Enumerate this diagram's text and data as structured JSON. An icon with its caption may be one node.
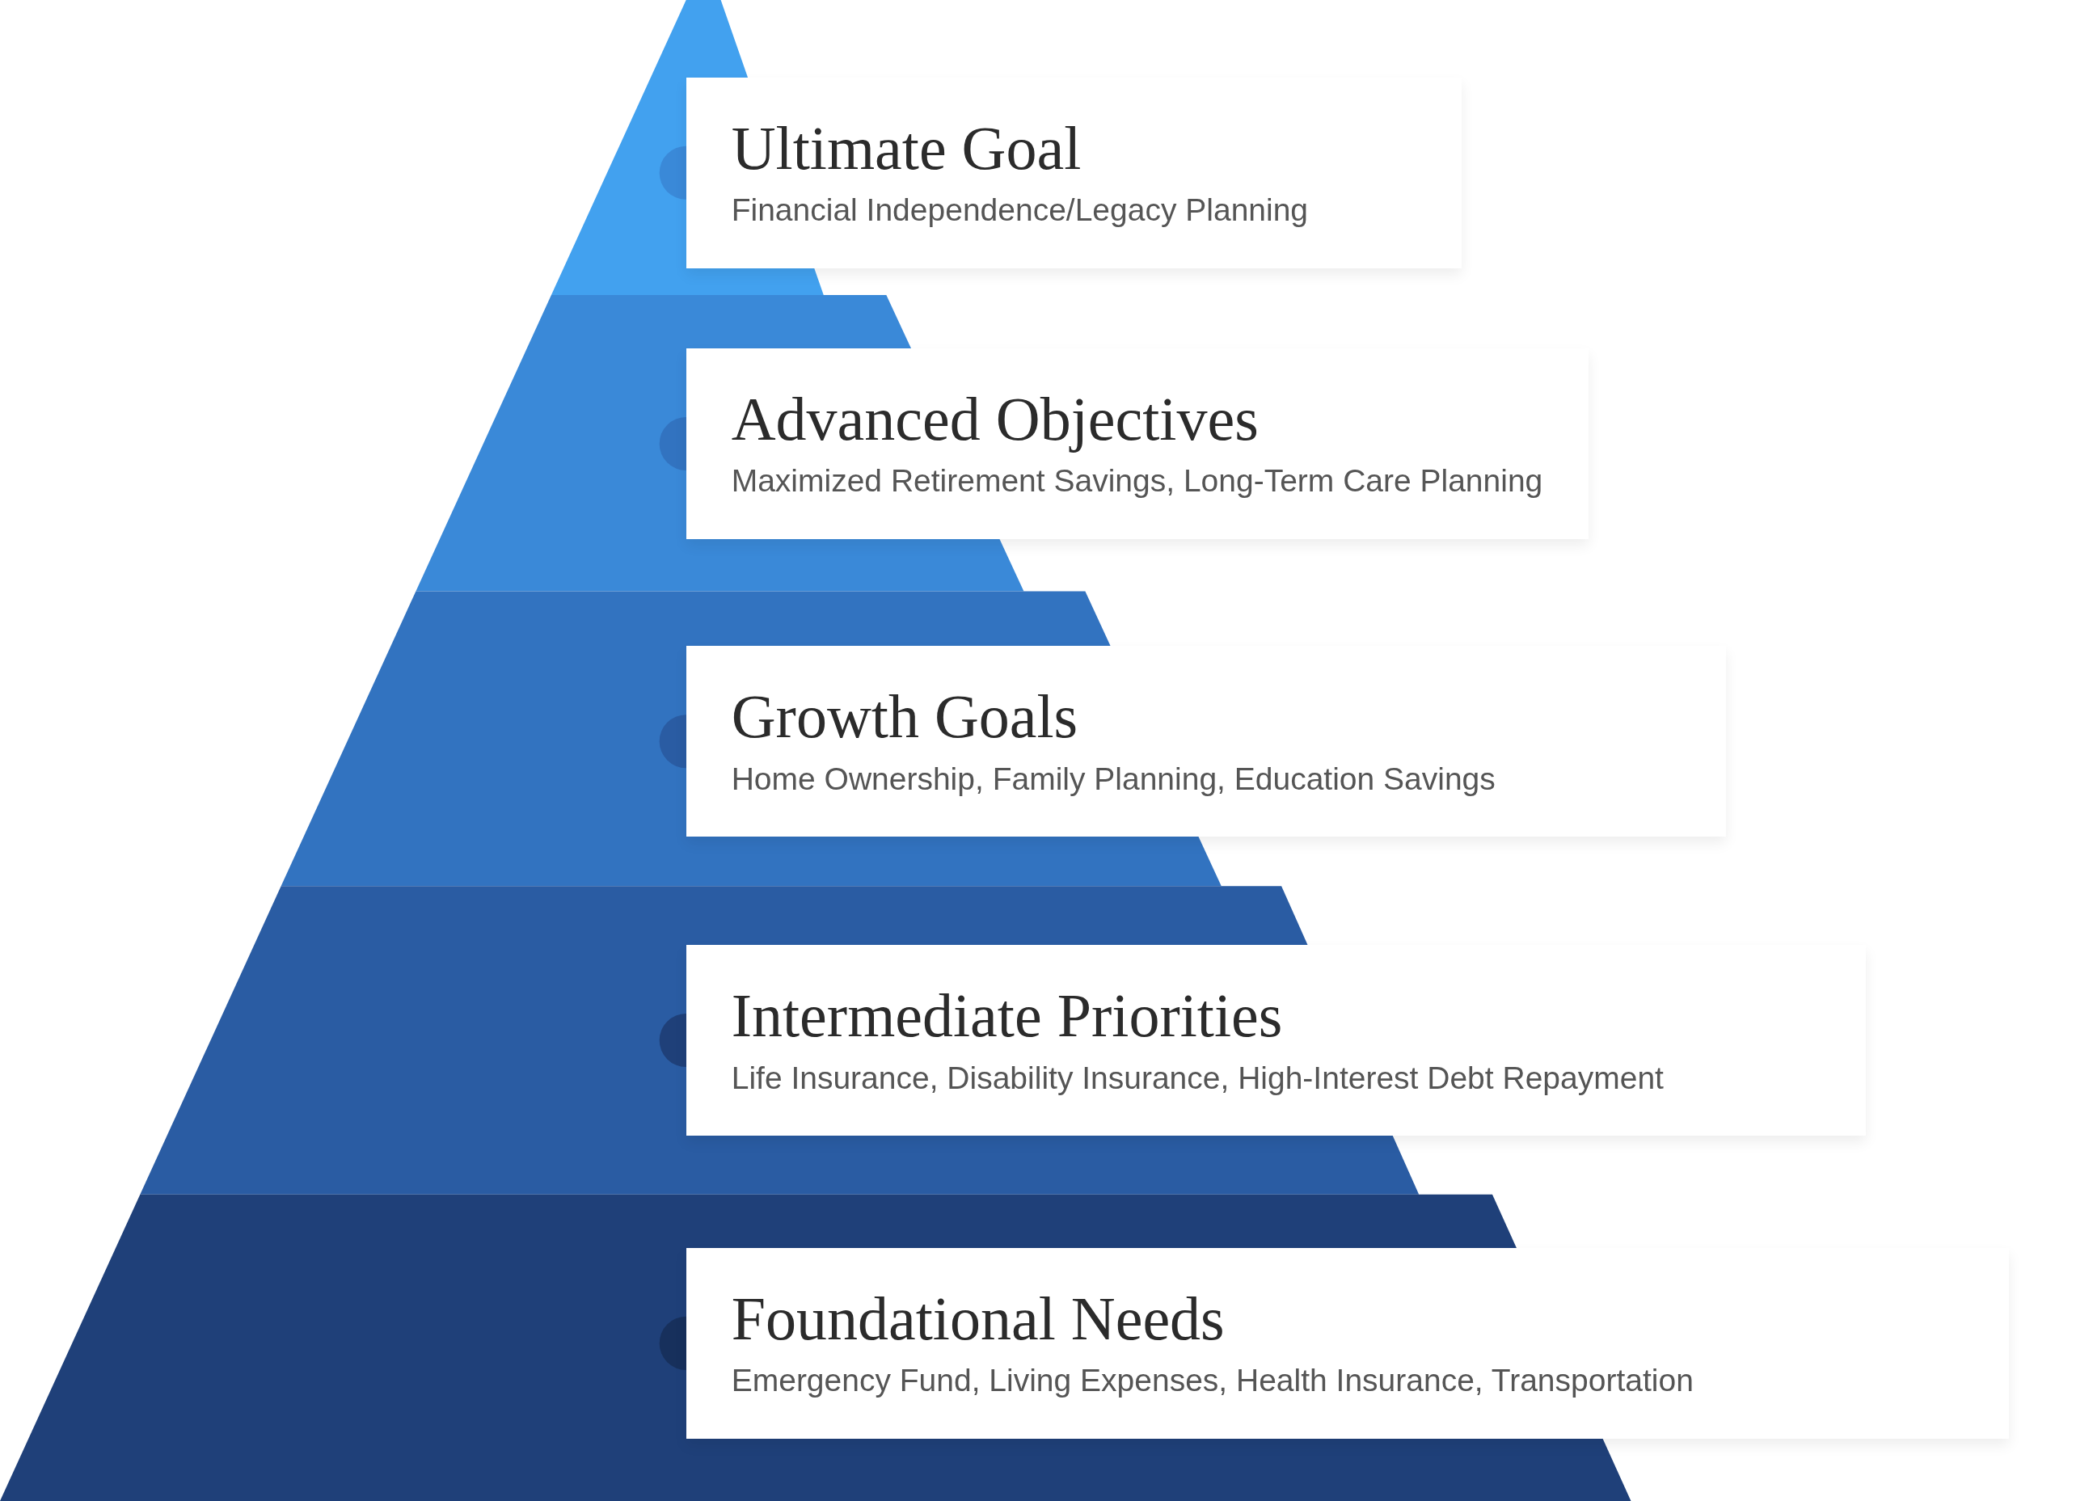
{
  "diagram": {
    "nodes": [
      {
        "text": [
          "Ultimate Goal",
          "Financial Independence/Legacy Planning"
        ]
      },
      {
        "text": [
          "Advanced Objectives",
          "Maximized Retirement Savings, Long-Term Care Planning"
        ]
      },
      {
        "text": [
          "Growth Goals",
          "Home Ownership, Family Planning, Education Savings"
        ]
      },
      {
        "text": [
          "Intermediate Priorities",
          "Life Insurance, Disability Insurance, High-Interest Debt Repayment"
        ]
      },
      {
        "text": [
          "Foundational Needs",
          "Emergency Fund, Living Expenses, Health Insurance, Transportation"
        ]
      }
    ]
  }
}
